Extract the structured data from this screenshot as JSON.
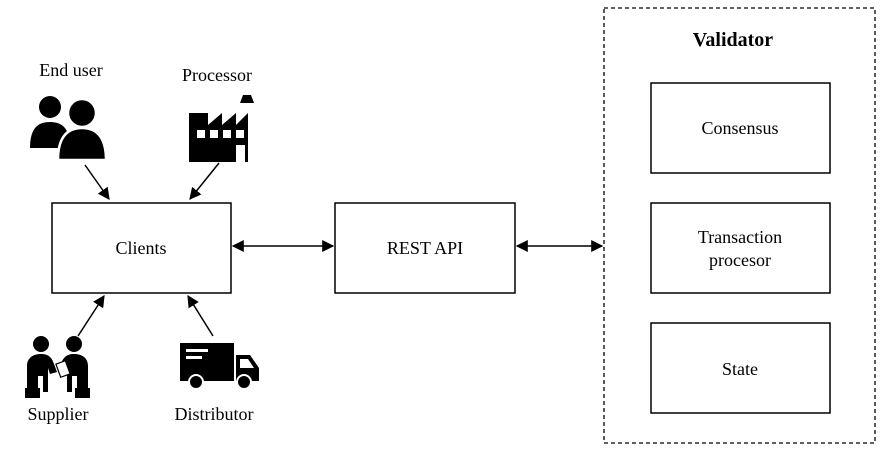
{
  "actors": {
    "end_user": "End user",
    "processor": "Processor",
    "supplier": "Supplier",
    "distributor": "Distributor"
  },
  "boxes": {
    "clients": "Clients",
    "rest_api": "REST API"
  },
  "validator": {
    "title": "Validator",
    "components": [
      "Consensus",
      "Transaction",
      "procesor",
      "State"
    ]
  },
  "icons": {
    "end_user": "users-icon",
    "processor": "factory-icon",
    "supplier": "handshake-icon",
    "distributor": "truck-icon"
  }
}
